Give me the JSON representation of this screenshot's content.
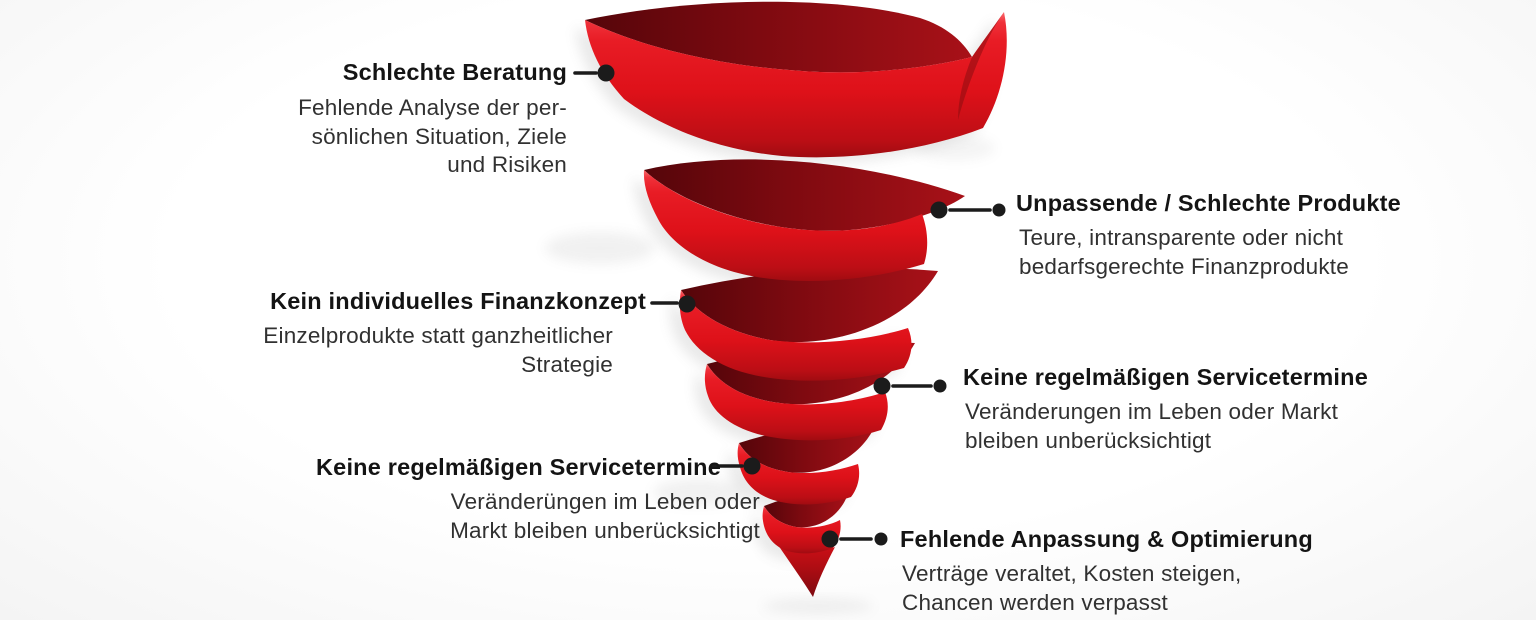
{
  "diagram": {
    "type": "funnel-spiral-infographic",
    "turns": 6,
    "colors": {
      "ribbon_front": "#e8191f",
      "ribbon_highlight": "#f96568",
      "ribbon_shadow": "#a00c11",
      "ribbon_inner_dark": "#55050a",
      "ribbon_inner_light": "#a81118",
      "connector": "#1b1b1b",
      "background": "#ffffff",
      "title_text": "#141414",
      "body_text": "#313131"
    }
  },
  "labels": {
    "left": [
      {
        "title": "Schlechte Beratung",
        "lines": [
          "Fehlende Analyse der per-",
          "sönlichen Situation, Ziele",
          "und Risiken"
        ]
      },
      {
        "title": "Kein individuelles Finanzkonzept",
        "lines": [
          "Einzelprodukte statt ganzheitlicher",
          "Strategie"
        ]
      },
      {
        "title": "Keine regelmäßigen Servicetermine",
        "lines": [
          "Veränderüngen im Leben oder",
          "Markt bleiben unberücksichtigt"
        ]
      }
    ],
    "right": [
      {
        "title": "Unpassende / Schlechte Produkte",
        "lines": [
          "Teure, intransparente oder nicht",
          "bedarfsgerechte Finanzprodukte"
        ]
      },
      {
        "title": "Keine regelmäßigen Servicetermine",
        "lines": [
          "Veränderungen im Leben oder Markt",
          "bleiben unberücksichtigt"
        ]
      },
      {
        "title": "Fehlende Anpassung & Optimierung",
        "lines": [
          "Verträge veraltet, Kosten steigen,",
          "Chancen werden verpasst"
        ]
      }
    ]
  }
}
